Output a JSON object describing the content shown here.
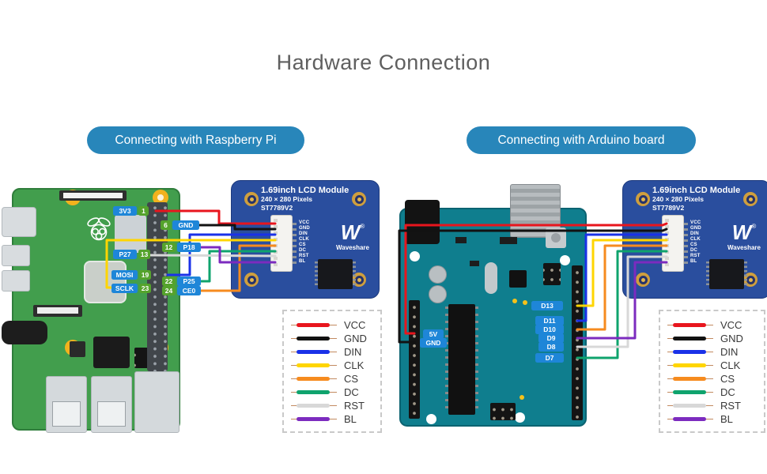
{
  "title": "Hardware Connection",
  "sections": {
    "raspberry": {
      "badge": "Connecting with Raspberry Pi"
    },
    "arduino": {
      "badge": "Connecting with Arduino board"
    }
  },
  "pi": {
    "left_pins": [
      {
        "label": "3V3",
        "num": "1"
      },
      {
        "label": "P27",
        "num": "13"
      },
      {
        "label": "MOSI",
        "num": "19"
      },
      {
        "label": "SCLK",
        "num": "23"
      }
    ],
    "right_pins": [
      {
        "num": "6",
        "label": "GND"
      },
      {
        "num": "12",
        "label": "P18"
      },
      {
        "num": "22",
        "label": "P25"
      },
      {
        "num": "24",
        "label": "CE0"
      }
    ]
  },
  "arduino": {
    "left_pins": [
      "5V",
      "GND"
    ],
    "right_pins": [
      "D13",
      "D11",
      "D10",
      "D9",
      "D8",
      "D7"
    ]
  },
  "lcd": {
    "title": "1.69inch LCD Module",
    "subtitle": "240 × 280 Pixels",
    "controller": "ST7789V2",
    "brand": "Waveshare",
    "logo_letter": "W",
    "reg_mark": "®",
    "pins": [
      "VCC",
      "GND",
      "DIN",
      "CLK",
      "CS",
      "DC",
      "RST",
      "BL"
    ]
  },
  "legend": {
    "items": [
      {
        "label": "VCC",
        "color": "#e8151d"
      },
      {
        "label": "GND",
        "color": "#121212"
      },
      {
        "label": "DIN",
        "color": "#1a31e8"
      },
      {
        "label": "CLK",
        "color": "#ffd500"
      },
      {
        "label": "CS",
        "color": "#f68b1f"
      },
      {
        "label": "DC",
        "color": "#0fa36d"
      },
      {
        "label": "RST",
        "color": "#d8d8d8"
      },
      {
        "label": "BL",
        "color": "#7c2bbf"
      }
    ]
  },
  "colors": {
    "pill": "#2886ba",
    "badge_blue": "#1e86d8",
    "badge_green": "#55a32c",
    "pi_green": "#429e4d",
    "arduino_teal": "#0f7e8e",
    "pcb_blue": "#2a4e9e",
    "title_gray": "#5f5f5f"
  }
}
